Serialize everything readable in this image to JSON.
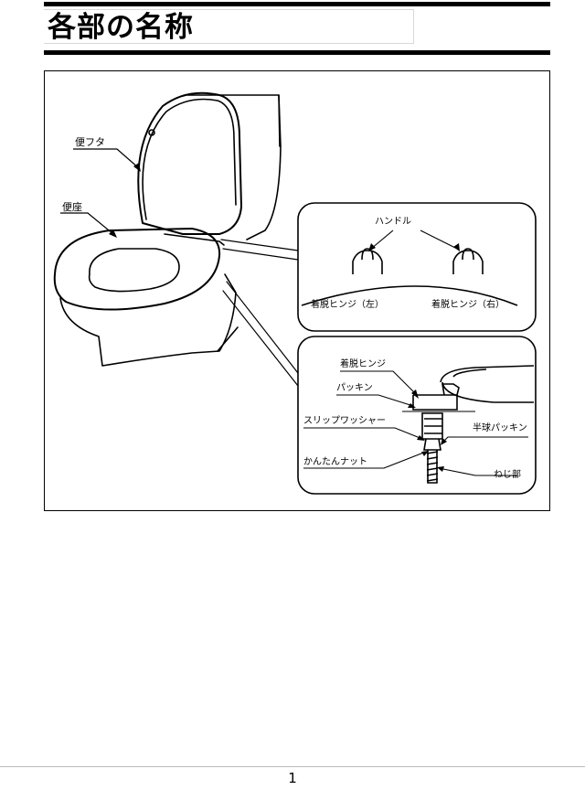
{
  "header": {
    "title": "各部の名称"
  },
  "figure": {
    "labels": {
      "lid": "便フタ",
      "seat": "便座",
      "handle": "ハンドル",
      "hinge_left": "着脱ヒンジ（左）",
      "hinge_right": "着脱ヒンジ（右）",
      "hinge": "着脱ヒンジ",
      "packing": "パッキン",
      "slip_washer": "スリップワッシャー",
      "hemisphere_packing": "半球パッキン",
      "easy_nut": "かんたんナット",
      "thread": "ねじ部"
    }
  },
  "footer": {
    "page_number": "1"
  }
}
